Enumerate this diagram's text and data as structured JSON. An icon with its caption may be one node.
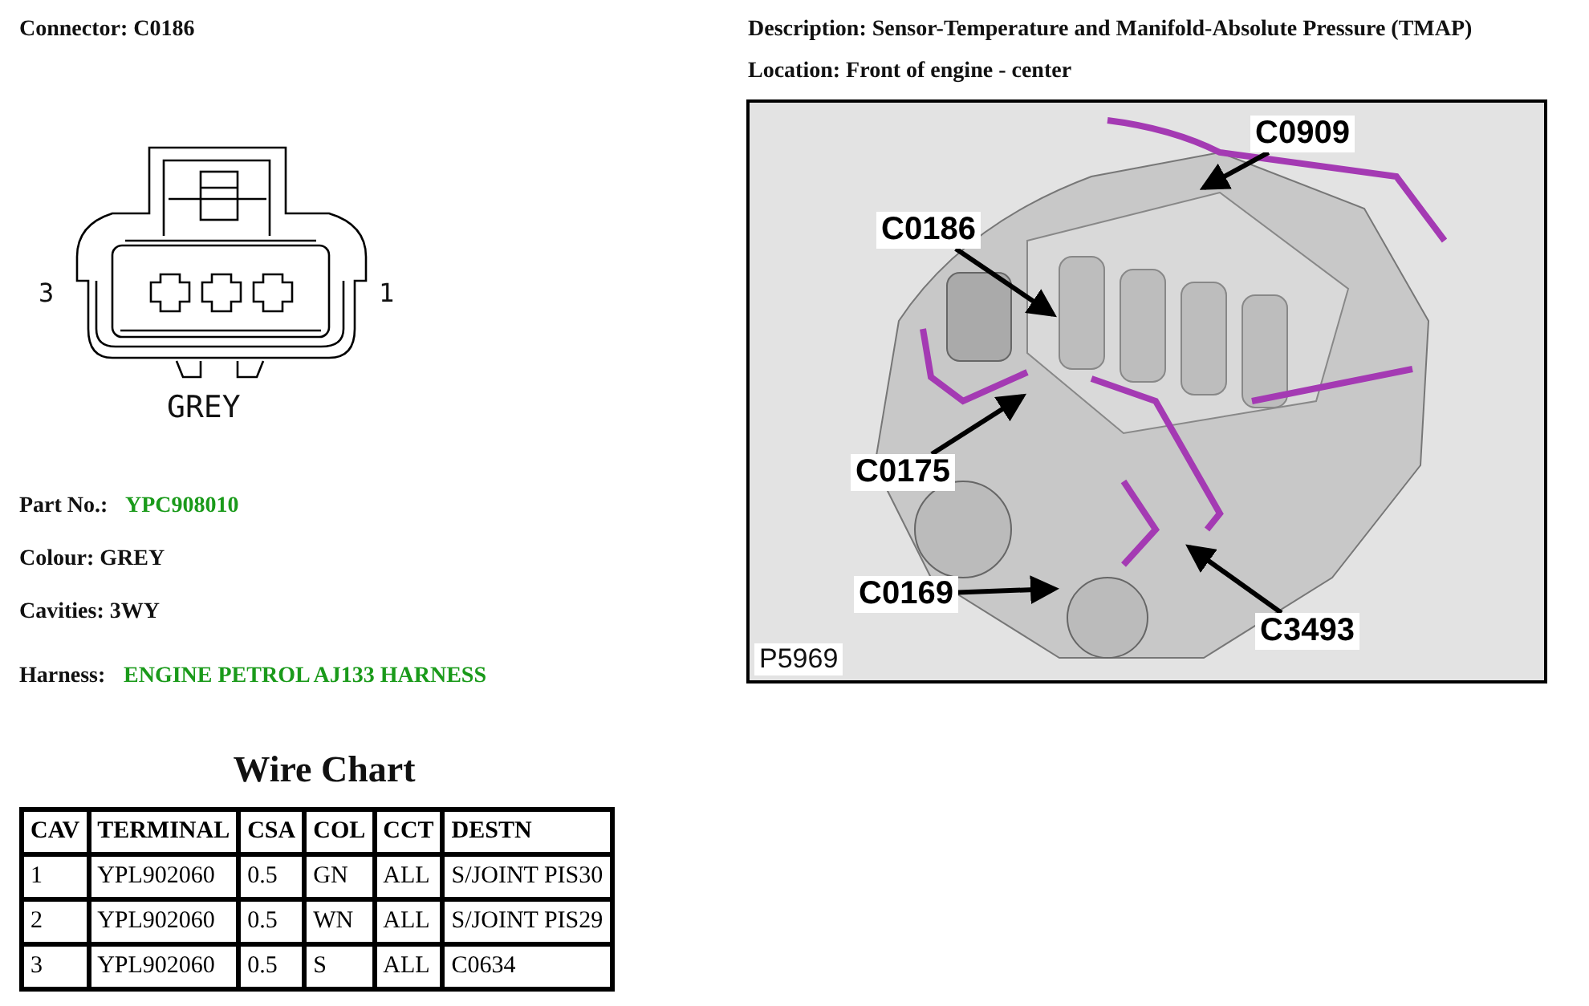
{
  "diagram": {
    "title": "Wire Chart",
    "nodes": [
      {
        "text": [
          "C0909"
        ]
      },
      {
        "text": [
          "C0186"
        ]
      },
      {
        "text": [
          "C0175"
        ]
      },
      {
        "text": [
          "C0169"
        ]
      },
      {
        "text": [
          "C3493"
        ]
      }
    ],
    "edges": [
      {
        "from": 0,
        "to": null,
        "arrow": "to"
      },
      {
        "from": 1,
        "to": null,
        "arrow": "to"
      },
      {
        "from": 2,
        "to": null,
        "arrow": "to"
      },
      {
        "from": 3,
        "to": null,
        "arrow": "to"
      },
      {
        "from": 4,
        "to": null,
        "arrow": "to"
      }
    ],
    "labels": [
      "Connector: C0186",
      "Description: Sensor-Temperature and Manifold-Absolute Pressure (TMAP)",
      "Location: Front of engine - center",
      "3",
      "1",
      "GREY",
      "Part No.:",
      "YPC908010",
      "Colour: GREY",
      "Cavities: 3WY",
      "Harness:",
      "ENGINE PETROL AJ133 HARNESS",
      "P5969",
      "CAV",
      "TERMINAL",
      "CSA",
      "COL",
      "CCT",
      "DESTN",
      "1",
      "YPL902060",
      "0.5",
      "GN",
      "ALL",
      "S/JOINT PIS30",
      "2",
      "YPL902060",
      "0.5",
      "WN",
      "ALL",
      "S/JOINT PIS29",
      "3",
      "YPL902060",
      "0.5",
      "S",
      "ALL",
      "C0634"
    ]
  }
}
